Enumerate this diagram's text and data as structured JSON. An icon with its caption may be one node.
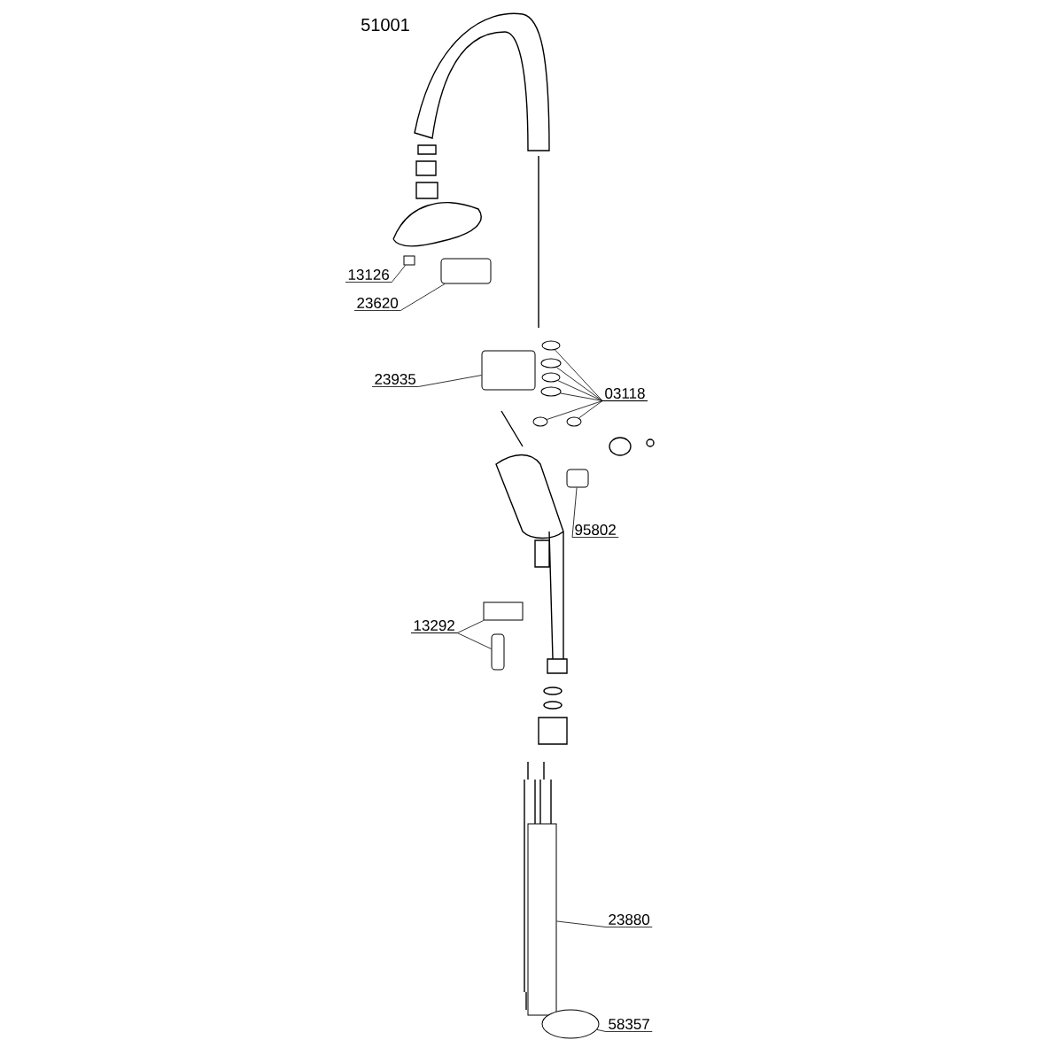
{
  "diagram": {
    "nodes": [
      {
        "text": [
          "13126"
        ]
      },
      {
        "text": [],
        "shape": "box"
      },
      {
        "text": [
          "23620"
        ]
      },
      {
        "text": [],
        "shape": "cylinder"
      },
      {
        "text": [
          "23935"
        ]
      },
      {
        "text": [],
        "shape": "cylinder"
      },
      {
        "text": [
          "03118"
        ]
      },
      {
        "text": [],
        "shape": "circle"
      },
      {
        "text": [],
        "shape": "circle"
      },
      {
        "text": [],
        "shape": "circle"
      },
      {
        "text": [],
        "shape": "circle"
      },
      {
        "text": [],
        "shape": "circle"
      },
      {
        "text": [],
        "shape": "circle"
      },
      {
        "text": [
          "95802"
        ]
      },
      {
        "text": [],
        "shape": "cylinder"
      },
      {
        "text": [
          "13292"
        ]
      },
      {
        "text": [],
        "shape": "box"
      },
      {
        "text": [],
        "shape": "cylinder"
      },
      {
        "text": [
          "23880"
        ]
      },
      {
        "text": [],
        "shape": "bar"
      },
      {
        "text": [
          "58357"
        ]
      },
      {
        "text": [],
        "shape": "circle"
      }
    ],
    "edges": [
      {
        "from": 0,
        "to": 1,
        "arrow": "none"
      },
      {
        "from": 2,
        "to": 3,
        "arrow": "none"
      },
      {
        "from": 4,
        "to": 5,
        "arrow": "none"
      },
      {
        "from": 6,
        "to": 7,
        "arrow": "none"
      },
      {
        "from": 6,
        "to": 8,
        "arrow": "none"
      },
      {
        "from": 6,
        "to": 9,
        "arrow": "none"
      },
      {
        "from": 6,
        "to": 10,
        "arrow": "none"
      },
      {
        "from": 6,
        "to": 11,
        "arrow": "none"
      },
      {
        "from": 6,
        "to": 12,
        "arrow": "none"
      },
      {
        "from": 13,
        "to": 14,
        "arrow": "none"
      },
      {
        "from": 15,
        "to": 16,
        "arrow": "none"
      },
      {
        "from": 15,
        "to": 17,
        "arrow": "none"
      },
      {
        "from": 18,
        "to": 19,
        "arrow": "none"
      },
      {
        "from": 20,
        "to": 21,
        "arrow": "none"
      }
    ],
    "labels": [
      "51001"
    ]
  }
}
